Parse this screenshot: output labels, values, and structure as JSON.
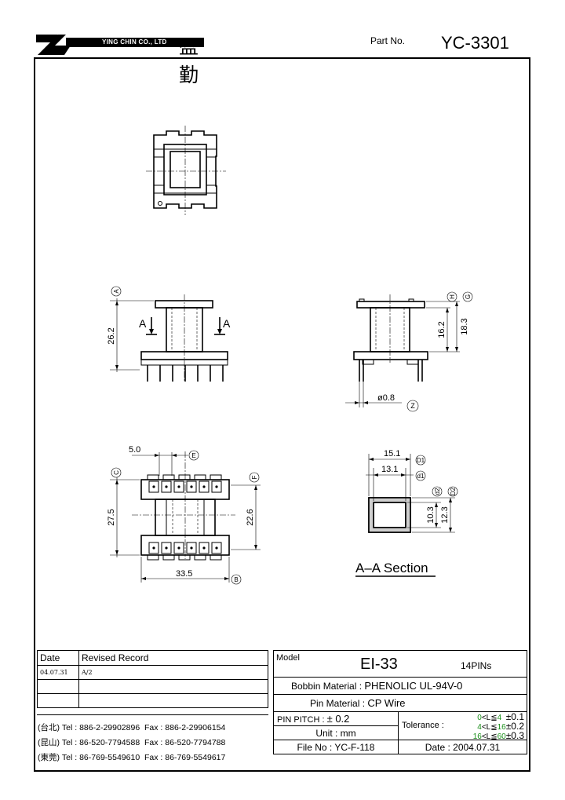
{
  "header": {
    "company": "YING CHIN CO., LTD",
    "company_cn": "盈勤",
    "part_label": "Part No.",
    "part_no": "YC-3301"
  },
  "drawing": {
    "dims": {
      "d262": "26.2",
      "d162": "16.2",
      "d183": "18.3",
      "d08": "ø0.8",
      "d50": "5.0",
      "d275": "27.5",
      "d226": "22.6",
      "d335": "33.5",
      "d151": "15.1",
      "d131": "13.1",
      "d103": "10.3",
      "d123": "12.3"
    },
    "marks": {
      "A": "A",
      "B": "B",
      "C": "C",
      "E": "E",
      "F": "F",
      "G": "G",
      "H": "H",
      "Z": "Z",
      "D1": "D1",
      "d1": "d1",
      "D2": "D2",
      "d2": "d2"
    },
    "section_arrow": "A",
    "section_title": "A–A Section"
  },
  "revision": {
    "col_date": "Date",
    "col_record": "Revised Record",
    "rows": [
      {
        "date": "04.07.31",
        "record": "A/2"
      },
      {
        "date": "",
        "record": ""
      },
      {
        "date": "",
        "record": ""
      }
    ]
  },
  "contacts": [
    {
      "region": "(台北)",
      "tel": "Tel : 886-2-29902896",
      "fax": "Fax : 886-2-29906154"
    },
    {
      "region": "(昆山)",
      "tel": "Tel : 86-520-7794588",
      "fax": "Fax : 86-520-7794788"
    },
    {
      "region": "(東莞)",
      "tel": "Tel : 86-769-5549610",
      "fax": "Fax : 86-769-5549617"
    }
  ],
  "specs": {
    "model_label": "Model",
    "model": "EI-33",
    "pins": "14PINs",
    "bobbin_label": "Bobbin  Material :",
    "bobbin": "PHENOLIC UL-94V-0",
    "pin_label": "Pin  Material :",
    "pin_material": "CP Wire",
    "pitch_label": "PIN  PITCH :",
    "pitch": "± 0.2",
    "unit_label": "Unit :",
    "unit": "mm",
    "file_label": "File  No :",
    "file_no": "YC-F-118",
    "tolerance_label": "Tolerance :",
    "tol_rows": [
      {
        "a": "0",
        "rel": "<L≦",
        "b": "4",
        "tol": "±0.1"
      },
      {
        "a": "4",
        "rel": "<L≦",
        "b": "16",
        "tol": "±0.2"
      },
      {
        "a": "16",
        "rel": "<L≦",
        "b": "60",
        "tol": "±0.3"
      }
    ],
    "date_label": "Date :",
    "date": "2004.07.31"
  }
}
